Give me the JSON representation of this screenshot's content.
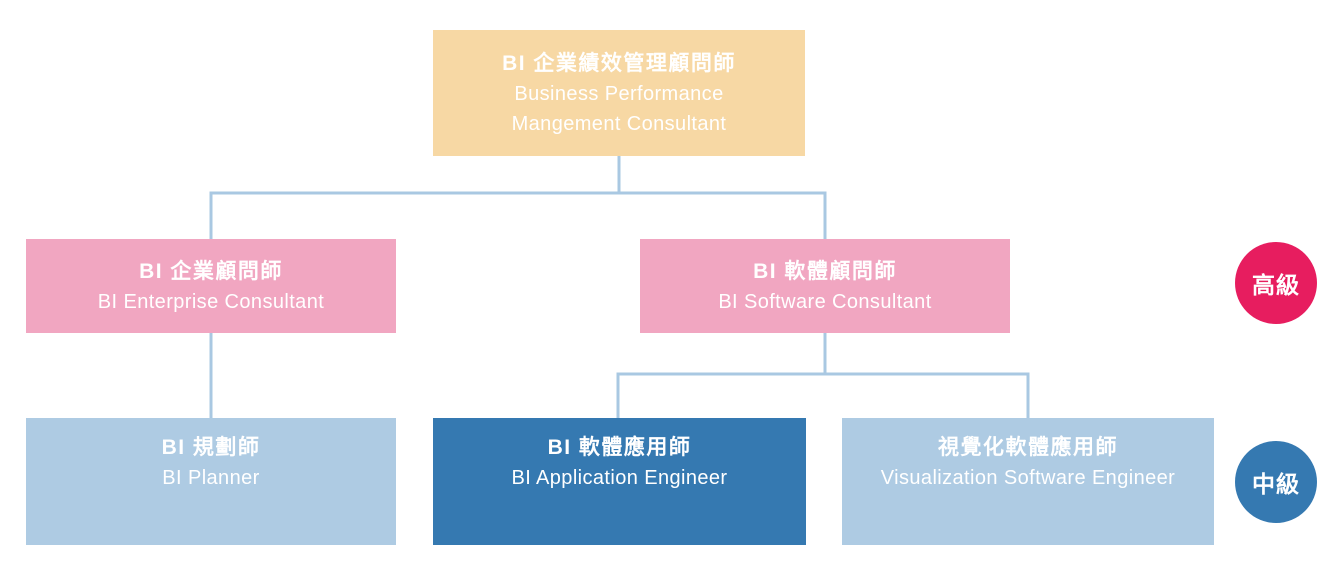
{
  "colors": {
    "background": "#FFFFFF",
    "orange": "#F7D8A4",
    "pink": "#F1A6C1",
    "magenta": "#E71D5F",
    "light_blue": "#AECBE3",
    "dark_blue": "#3579B1",
    "connector": "#A9C8E2",
    "text": "#FFFFFF"
  },
  "nodes": {
    "root": {
      "title_zh": "BI 企業績效管理顧問師",
      "title_en": "Business Performance Mangement Consultant"
    },
    "enterprise_consultant": {
      "title_zh": "BI 企業顧問師",
      "title_en": "BI Enterprise Consultant"
    },
    "software_consultant": {
      "title_zh": "BI 軟體顧問師",
      "title_en": "BI Software Consultant"
    },
    "planner": {
      "title_zh": "BI 規劃師",
      "title_en": "BI Planner"
    },
    "application_engineer": {
      "title_zh": "BI 軟體應用師",
      "title_en": "BI Application Engineer"
    },
    "visualization_engineer": {
      "title_zh": "視覺化軟體應用師",
      "title_en": "Visualization Software Engineer"
    }
  },
  "level_badges": {
    "advanced": "高級",
    "intermediate": "中級"
  }
}
